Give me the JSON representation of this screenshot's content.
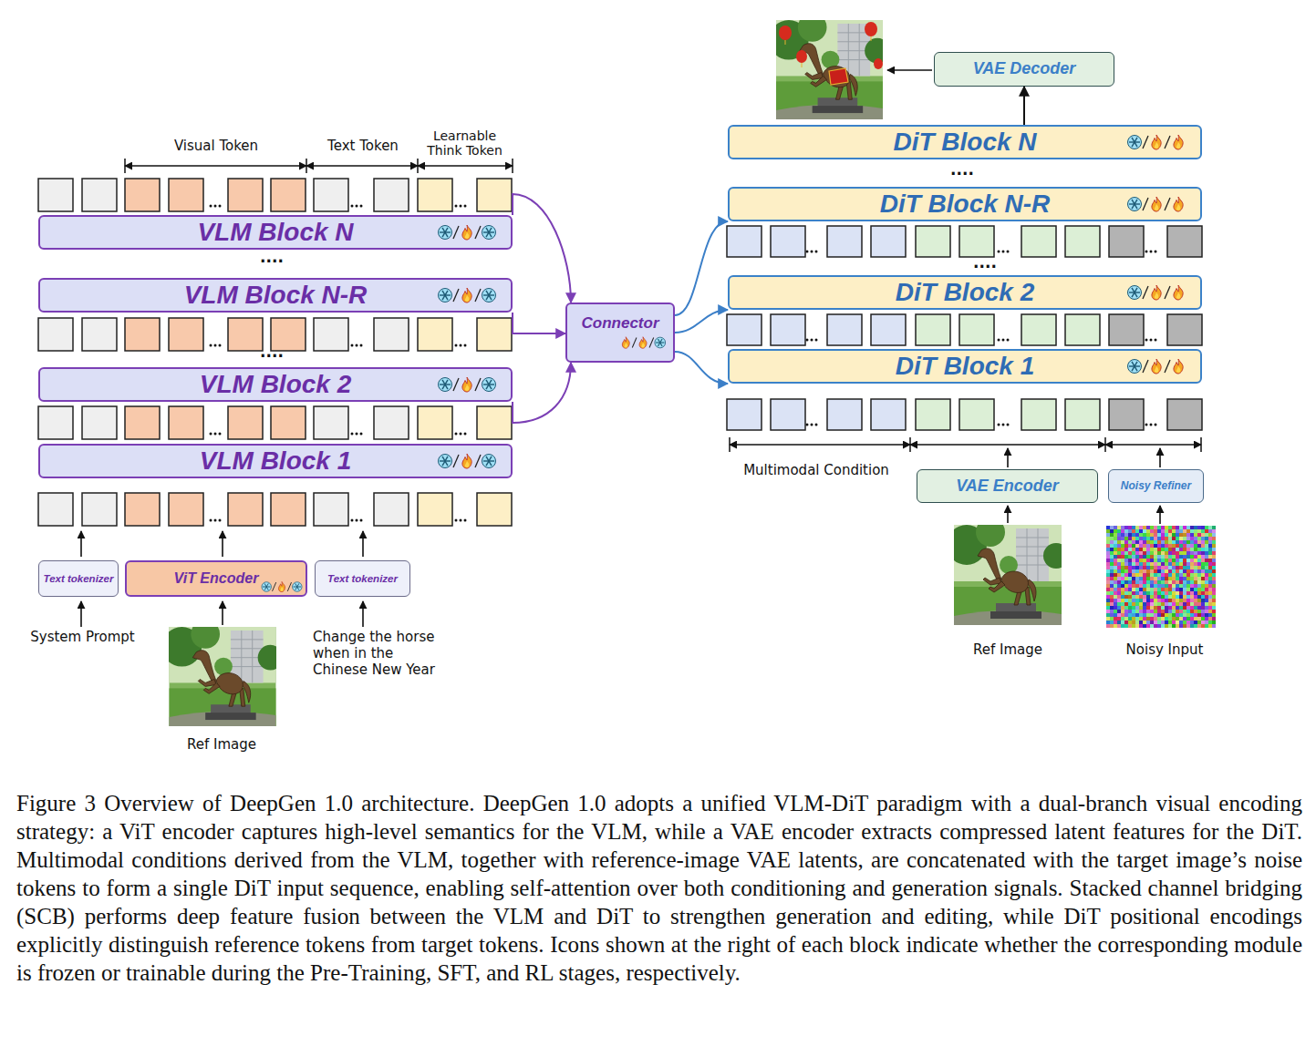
{
  "diagram": {
    "caption": "Figure 3 Overview of DeepGen 1.0 architecture. DeepGen 1.0 adopts a unified VLM-DiT paradigm with a dual-branch visual encoding strategy: a ViT encoder captures high-level semantics for the VLM, while a VAE encoder extracts compressed latent features for the DiT. Multimodal conditions derived from the VLM, together with reference-image VAE latents, are concatenated with the target image’s noise tokens to form a single DiT input sequence, enabling self-attention over both conditioning and generation signals. Stacked channel bridging (SCB) performs deep feature fusion between the VLM and DiT to strengthen generation and editing, while DiT positional encodings explicitly distinguish reference tokens from target tokens. Icons shown at the right of each block indicate whether the corresponding module is frozen or trainable during the Pre-Training, SFT, and RL stages, respectively.",
    "nodes": [
      {
        "text": [
          "VLM Block N"
        ]
      },
      {
        "text": [
          "VLM Block N-R"
        ]
      },
      {
        "text": [
          "VLM Block 2"
        ]
      },
      {
        "text": [
          "VLM Block 1"
        ]
      },
      {
        "text": [
          "Text tokenizer"
        ]
      },
      {
        "text": [
          "ViT Encoder"
        ]
      },
      {
        "text": [
          "Text tokenizer"
        ]
      },
      {
        "text": [
          "Connector"
        ]
      },
      {
        "text": [
          "VAE Decoder"
        ]
      },
      {
        "text": [
          "DiT Block N"
        ]
      },
      {
        "text": [
          "DiT Block N-R"
        ]
      },
      {
        "text": [
          "DiT Block 2"
        ]
      },
      {
        "text": [
          "DiT Block 1"
        ]
      },
      {
        "text": [
          "VAE Encoder"
        ]
      },
      {
        "text": [
          "Noisy Refiner"
        ]
      }
    ],
    "edges": [
      {
        "from": 0,
        "to": 7,
        "arrow": "to"
      },
      {
        "from": 1,
        "to": 7,
        "arrow": "to"
      },
      {
        "from": 2,
        "to": 7,
        "arrow": "to"
      },
      {
        "from": 7,
        "to": 10,
        "arrow": "to"
      },
      {
        "from": 7,
        "to": 11,
        "arrow": "to"
      },
      {
        "from": 7,
        "to": 12,
        "arrow": "to"
      },
      {
        "from": 9,
        "to": 8,
        "arrow": "to"
      }
    ],
    "labels": [
      "Visual Token",
      "Text Token",
      "Learnable Think Token",
      "....",
      "....",
      "System Prompt",
      "Change the horse when in the Chinese New Year",
      "Ref Image",
      "....",
      "....",
      "Multimodal Condition",
      "Ref Image",
      "Noisy Input"
    ]
  }
}
